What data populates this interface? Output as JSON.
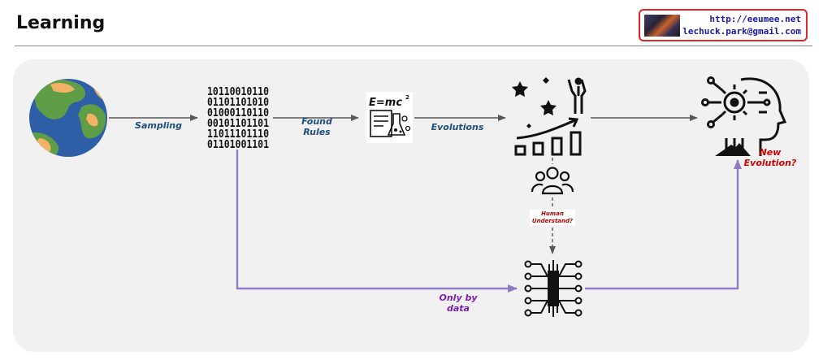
{
  "header": {
    "title": "Learning",
    "badge_url": "http://eeumee.net",
    "badge_email": "lechuck.park@gmail.com"
  },
  "icons": {
    "earth": "earth-globe-icon",
    "binary": "binary-data-icon",
    "formula": "formula-rules-icon",
    "formula_text": "E=mc",
    "formula_sup": "2",
    "growth": "growth-success-icon",
    "ai_head": "ai-head-icon",
    "people": "human-group-icon",
    "neural": "neural-network-icon"
  },
  "edges": {
    "sampling": "Sampling",
    "found_rules": "Found\nRules",
    "evolutions": "Evolutions",
    "human_understand": "Human\nUnderstand?",
    "only_by_data": "Only by\ndata",
    "new_evolution": "New\nEvolution?"
  },
  "binary_rows": [
    "10110010110",
    "01101101010",
    "01000110110",
    "00101101101",
    "11011101110",
    "01101001101"
  ],
  "colors": {
    "arrow_gray": "#595959",
    "arrow_purple": "#8e7cc3",
    "label_blue": "#1f4e79",
    "label_purple": "#7a20b0",
    "label_red": "#d00000",
    "ocean": "#2e5fa6",
    "land_green": "#5f9e47",
    "land_sand": "#f2b366"
  }
}
